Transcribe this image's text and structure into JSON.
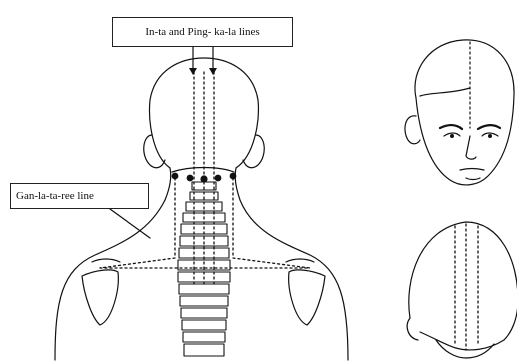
{
  "labels": {
    "meridian_lines": "In-ta and Ping- ka-la lines",
    "side_line": "Gan-la-ta-ree line"
  },
  "figures": {
    "back_view": "back-of-head-neck-and-shoulders",
    "face_view": "face-front-view-with-midline",
    "top_view": "top-of-head-with-lines"
  },
  "colors": {
    "ink": "#111111",
    "background": "#ffffff"
  }
}
